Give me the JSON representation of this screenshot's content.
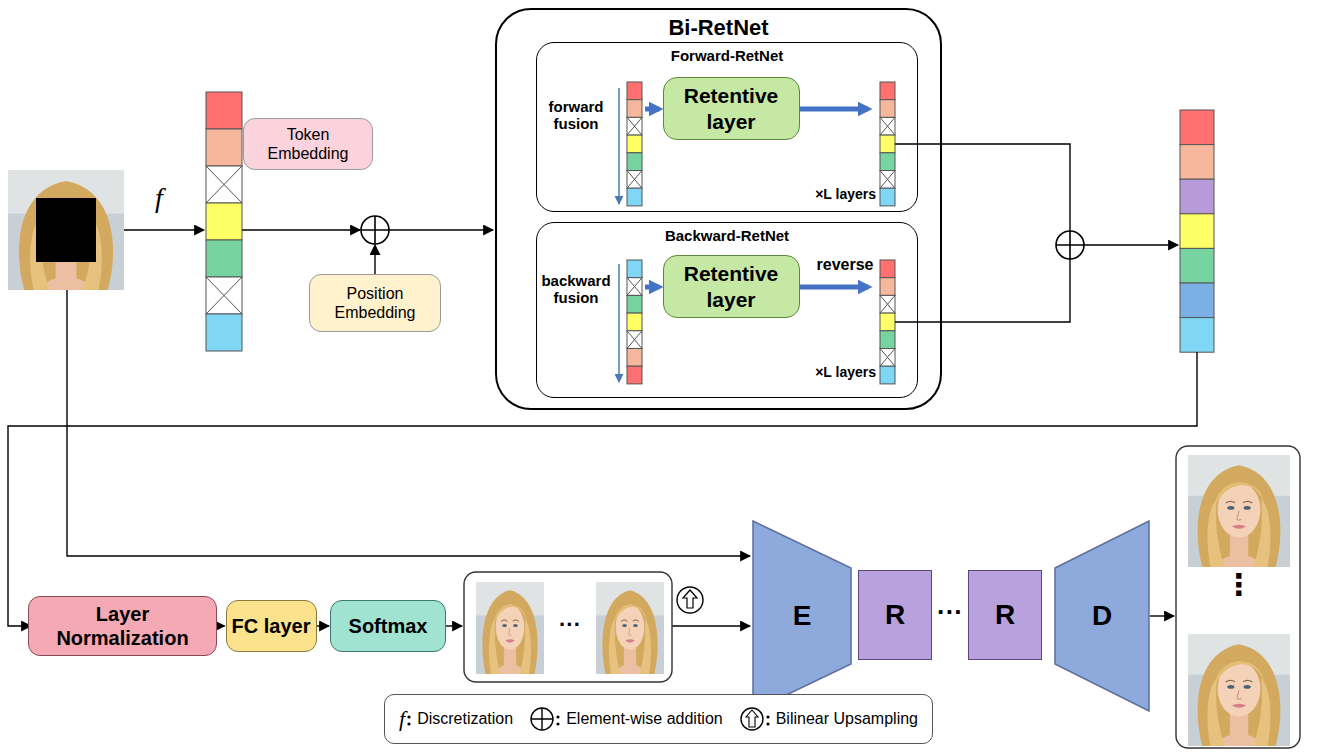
{
  "diagram": {
    "nodes": [
      {
        "text": [
          "Token Embedding"
        ]
      },
      {
        "text": [
          "Position Embedding"
        ]
      },
      {
        "text": [
          "Bi-RetNet"
        ]
      },
      {
        "text": [
          "Forward-RetNet"
        ],
        "in": 2
      },
      {
        "text": [
          "Retentive layer"
        ],
        "in": 3
      },
      {
        "text": [
          "Backward-RetNet"
        ],
        "in": 2
      },
      {
        "text": [
          "Retentive layer"
        ],
        "in": 5
      },
      {
        "text": [
          "Layer Normalization"
        ]
      },
      {
        "text": [
          "FC layer"
        ]
      },
      {
        "text": [
          "Softmax"
        ]
      },
      {
        "text": [
          "E"
        ]
      },
      {
        "text": [
          "R"
        ]
      },
      {
        "text": [
          "R"
        ]
      },
      {
        "text": [
          "D"
        ]
      }
    ],
    "edges": [
      {
        "from": 7,
        "to": 8,
        "arrow": "to"
      },
      {
        "from": 8,
        "to": 9,
        "arrow": "to"
      }
    ],
    "labels": [
      "f",
      "forward fusion",
      "×L layers",
      "backward fusion",
      "reverse",
      "×L layers",
      "···",
      "···",
      "⋮",
      "f"
    ],
    "legend": [
      {
        "text": "Discretization"
      },
      {
        "text": "Element-wise addition"
      },
      {
        "text": "Bilinear Upsampling"
      }
    ]
  }
}
